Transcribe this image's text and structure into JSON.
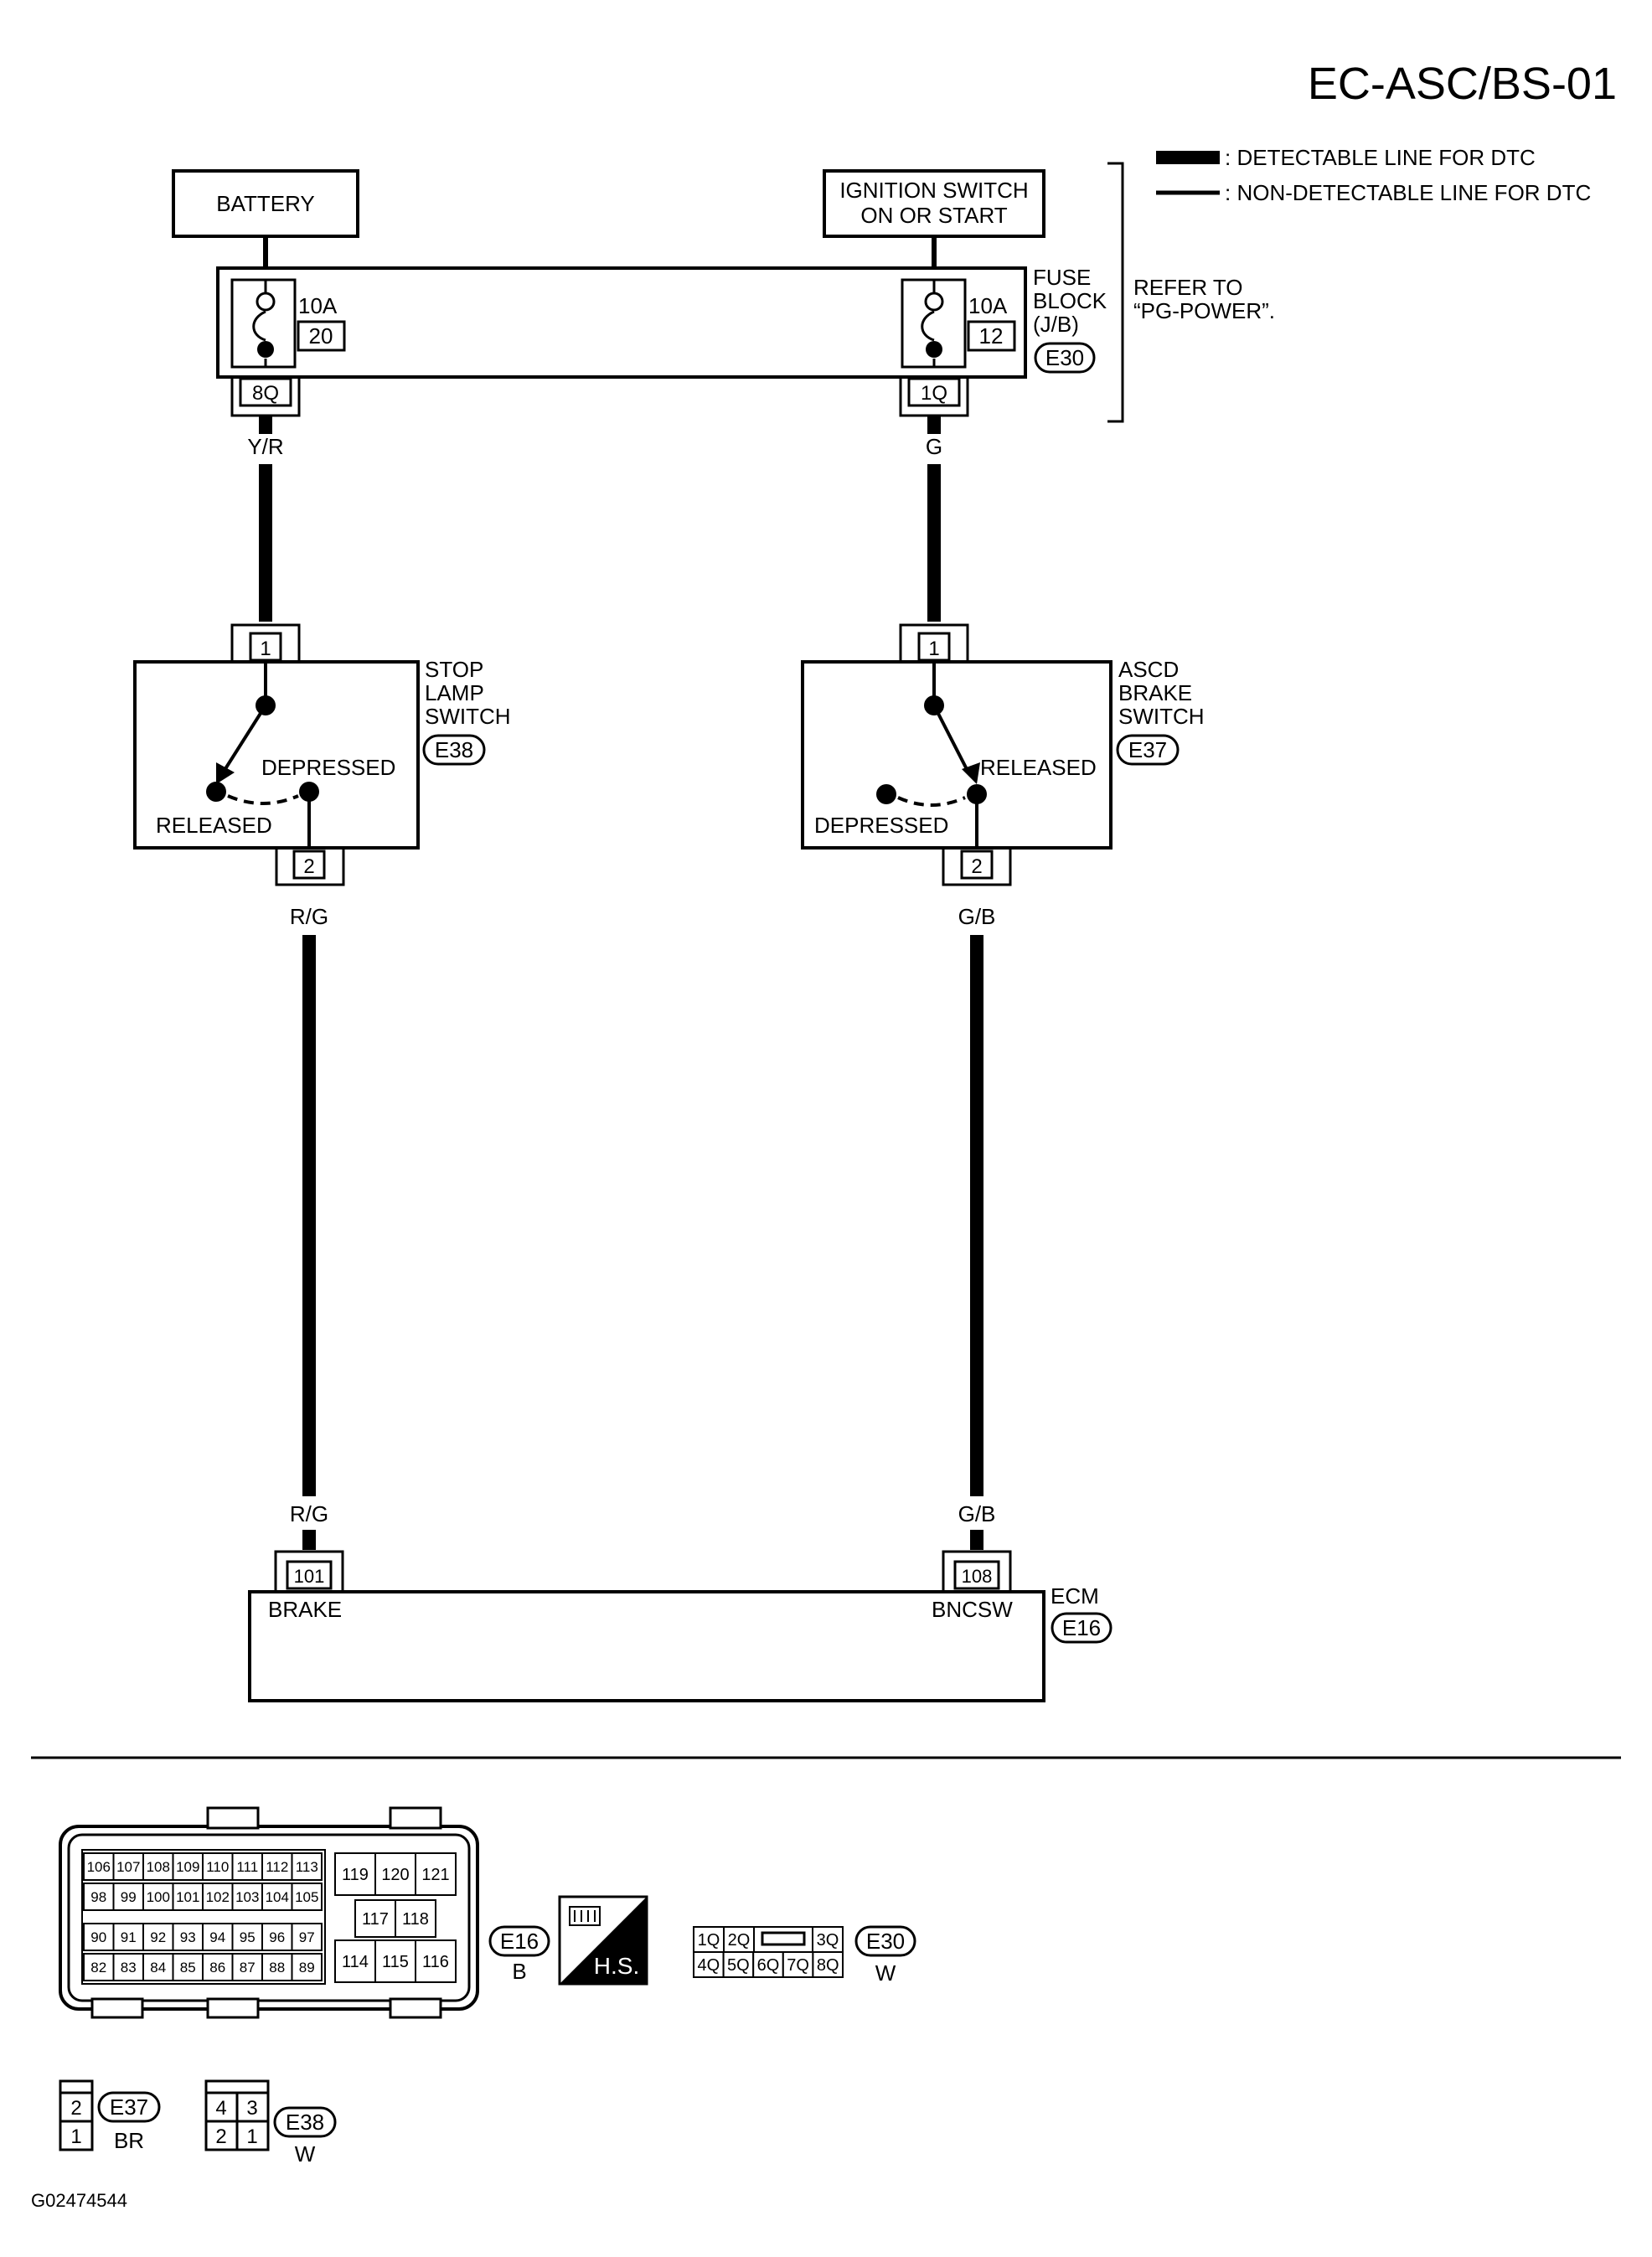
{
  "title": "EC-ASC/BS-01",
  "legend": {
    "detectable": ": DETECTABLE LINE FOR DTC",
    "non_detectable": ": NON-DETECTABLE LINE FOR DTC"
  },
  "refer_note": {
    "line1": "REFER TO",
    "line2": "“PG-POWER”."
  },
  "battery": "BATTERY",
  "ignition": {
    "line1": "IGNITION SWITCH",
    "line2": "ON OR START"
  },
  "fuse_block": {
    "line1": "FUSE",
    "line2": "BLOCK",
    "line3": "(J/B)",
    "connector": "E30",
    "fuse_left": {
      "rating": "10A",
      "number": "20",
      "terminal": "8Q"
    },
    "fuse_right": {
      "rating": "10A",
      "number": "12",
      "terminal": "1Q"
    }
  },
  "wires": {
    "yr": "Y/R",
    "g": "G",
    "rg_top": "R/G",
    "gb_top": "G/B",
    "rg_bottom": "R/G",
    "gb_bottom": "G/B"
  },
  "stop_lamp_switch": {
    "line1": "STOP",
    "line2": "LAMP",
    "line3": "SWITCH",
    "connector": "E38",
    "terminal_in": "1",
    "terminal_out": "2",
    "state_a": "DEPRESSED",
    "state_b": "RELEASED"
  },
  "ascd_brake_switch": {
    "line1": "ASCD",
    "line2": "BRAKE",
    "line3": "SWITCH",
    "connector": "E37",
    "terminal_in": "1",
    "terminal_out": "2",
    "state_a": "RELEASED",
    "state_b": "DEPRESSED"
  },
  "ecm": {
    "label": "ECM",
    "connector": "E16",
    "terminal_brake": "101",
    "terminal_bncsw": "108",
    "pin_brake": "BRAKE",
    "pin_bncsw": "BNCSW"
  },
  "e16_connector": {
    "row1": [
      "106",
      "107",
      "108",
      "109",
      "110",
      "111",
      "112",
      "113"
    ],
    "row2": [
      "98",
      "99",
      "100",
      "101",
      "102",
      "103",
      "104",
      "105"
    ],
    "row3": [
      "90",
      "91",
      "92",
      "93",
      "94",
      "95",
      "96",
      "97"
    ],
    "row4": [
      "82",
      "83",
      "84",
      "85",
      "86",
      "87",
      "88",
      "89"
    ],
    "right_top": [
      "119",
      "120",
      "121"
    ],
    "right_mid": [
      "117",
      "118"
    ],
    "right_bot": [
      "114",
      "115",
      "116"
    ],
    "id": "E16",
    "color": "B"
  },
  "hs_label": "H.S.",
  "e30_connector": {
    "top": [
      "1Q",
      "2Q",
      "3Q"
    ],
    "bottom": [
      "4Q",
      "5Q",
      "6Q",
      "7Q",
      "8Q"
    ],
    "id": "E30",
    "color": "W"
  },
  "e37_connector": {
    "pins": [
      "2",
      "1"
    ],
    "id": "E37",
    "color": "BR"
  },
  "e38_connector": {
    "pins": [
      "4",
      "3",
      "2",
      "1"
    ],
    "id": "E38",
    "color": "W"
  },
  "figure_code": "G02474544"
}
